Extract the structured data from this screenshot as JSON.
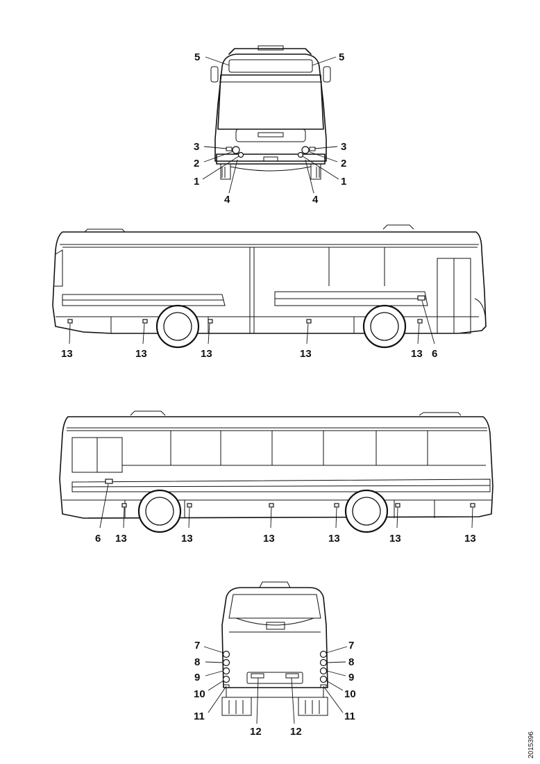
{
  "reference_code": "2015396",
  "front_view": {
    "labels": [
      "5",
      "5",
      "3",
      "2",
      "1",
      "4",
      "3",
      "2",
      "1",
      "4"
    ]
  },
  "right_side_view": {
    "labels": [
      "13",
      "13",
      "13",
      "13",
      "13",
      "6"
    ]
  },
  "left_side_view": {
    "labels": [
      "6",
      "13",
      "13",
      "13",
      "13",
      "13",
      "13"
    ]
  },
  "rear_view": {
    "labels": [
      "7",
      "8",
      "9",
      "10",
      "11",
      "7",
      "8",
      "9",
      "10",
      "11",
      "12",
      "12"
    ]
  }
}
